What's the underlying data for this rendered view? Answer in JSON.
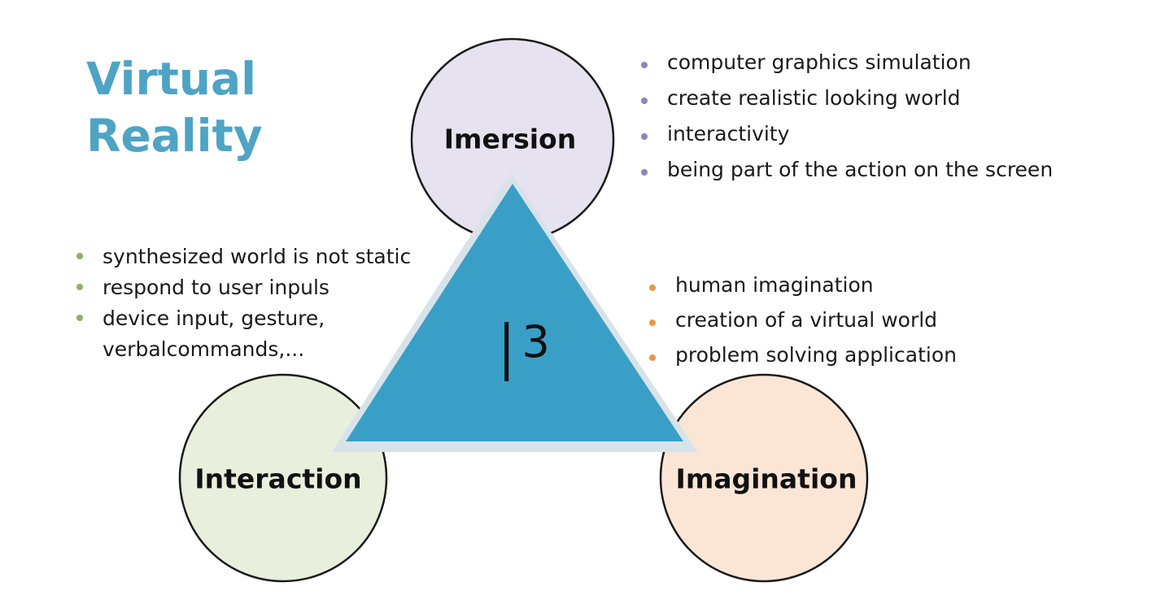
{
  "title": {
    "line1": "Virtual",
    "line2": "Reality"
  },
  "center": {
    "base": "I",
    "exponent": "3"
  },
  "nodes": {
    "immersion": {
      "label": "Imersion",
      "fill": "#e6e2f0",
      "bullet_color": "#8e84b8",
      "bullets": [
        "computer graphics simulation",
        "create realistic looking world",
        "interactivity",
        "being part of the action on the screen"
      ]
    },
    "interaction": {
      "label": "Interaction",
      "fill": "#e8efdd",
      "bullet_color": "#8fb06a",
      "bullets": [
        "synthesized world is not static",
        "respond to user inpuls",
        "device input, gesture,",
        "verbalcommands,..."
      ]
    },
    "imagination": {
      "label": "Imagination",
      "fill": "#fbe6d6",
      "bullet_color": "#e8984a",
      "bullets": [
        "human imagination",
        "creation of a virtual world",
        "problem solving application"
      ]
    }
  },
  "colors": {
    "title": "#4ea4c4",
    "triangle": "#3a9fc6",
    "triangle_edge": "#d8e3e9"
  }
}
